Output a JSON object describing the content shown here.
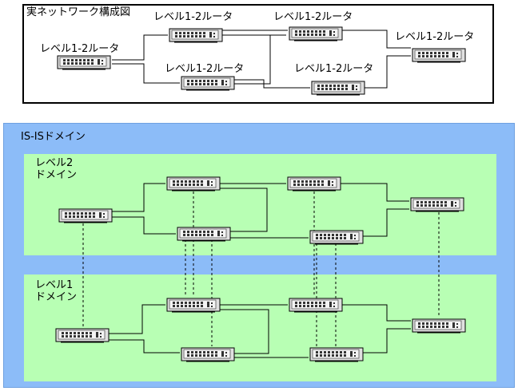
{
  "top_panel": {
    "title": "実ネットワーク構成図",
    "router_labels": [
      "レベル1-2ルータ",
      "レベル1-2ルータ",
      "レベル1-2ルータ",
      "レベル1-2ルータ",
      "レベル1-2ルータ",
      "レベル1-2ルータ"
    ]
  },
  "isis": {
    "title": "IS-ISドメイン",
    "level2_label": "レベル2\nドメイン",
    "level1_label": "レベル1\nドメイン"
  },
  "colors": {
    "isis_bg": "#8cbcf8",
    "domain_bg": "#b8ffb4",
    "router_body": "#e0e0e0",
    "router_face": "#f4f4f4",
    "wire": "#000000"
  },
  "icons": [
    "router-icon"
  ]
}
